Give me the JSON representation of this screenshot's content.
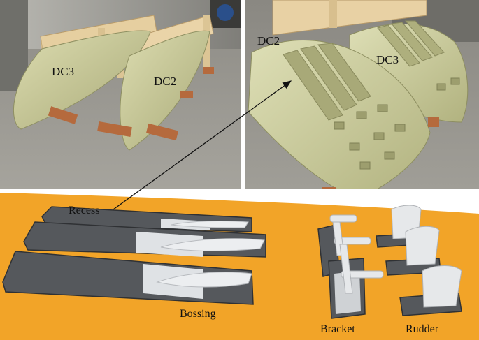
{
  "photo_left": {
    "labels": {
      "dc3": "DC3",
      "dc2": "DC2"
    }
  },
  "photo_right": {
    "labels": {
      "dc2": "DC2",
      "dc3": "DC3"
    }
  },
  "render_bottom": {
    "labels": {
      "recess": "Recess",
      "bossing": "Bossing",
      "bracket": "Bracket",
      "rudder": "Rudder"
    }
  },
  "colors": {
    "hull_orange": "#f2a428",
    "plate_dark": "#55585c",
    "fixture_light": "#e6e8ea",
    "mould_green": "#c9c99a",
    "wood": "#e8d2a6",
    "floor": "#9c9a93"
  }
}
